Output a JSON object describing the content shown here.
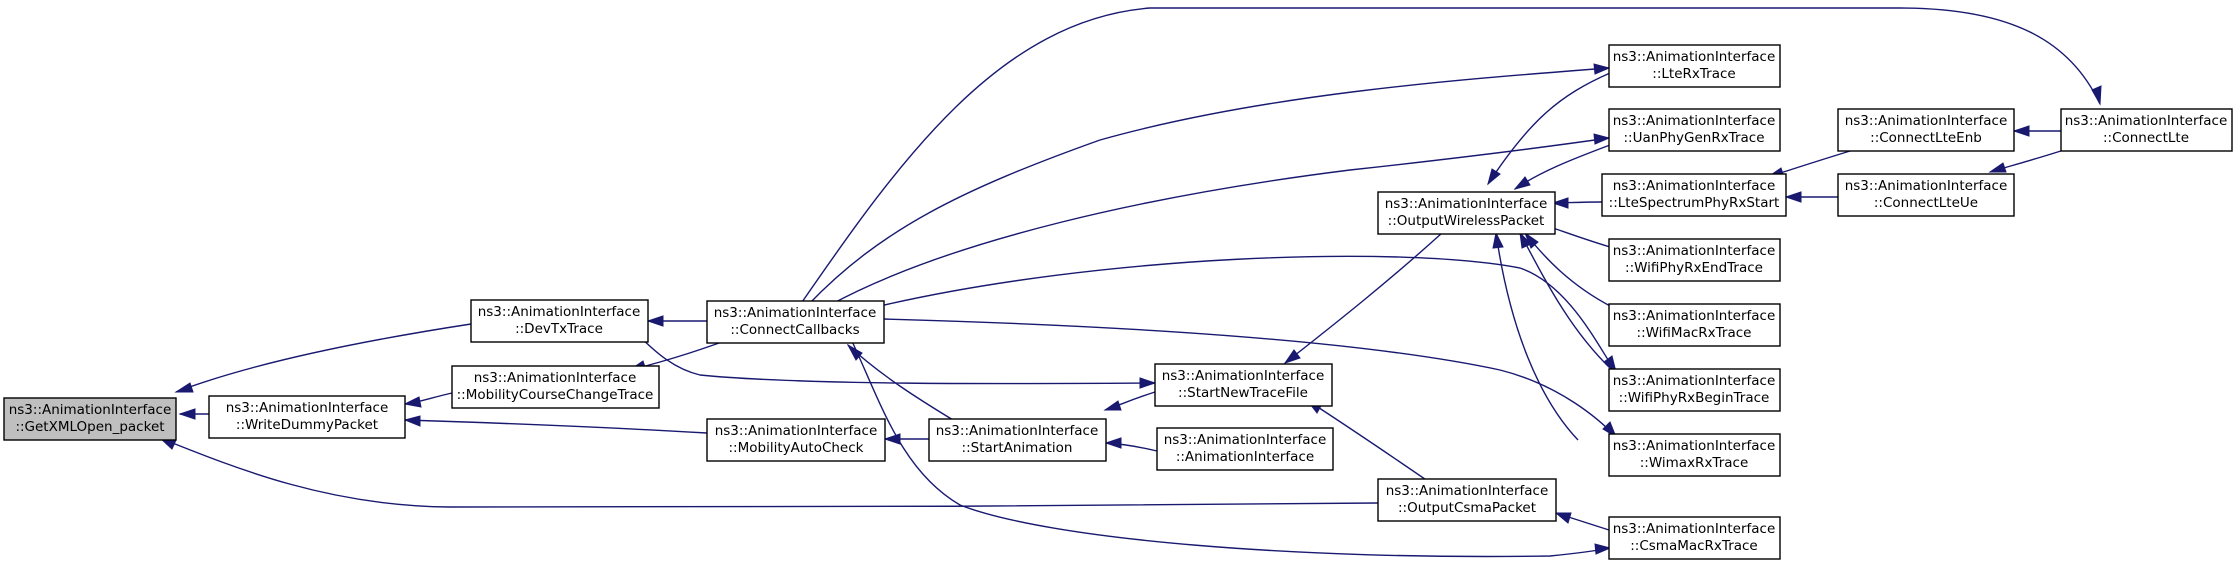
{
  "diagram": {
    "type": "call-graph",
    "colors": {
      "edge": "#191970",
      "root_fill": "#bfbfbf",
      "node_fill": "#ffffff",
      "node_border": "#000000"
    },
    "nodes": [
      {
        "id": "getxml",
        "line1": "ns3::AnimationInterface",
        "line2": "::GetXMLOpen_packet",
        "root": true
      },
      {
        "id": "devtx",
        "line1": "ns3::AnimationInterface",
        "line2": "::DevTxTrace"
      },
      {
        "id": "writedummy",
        "line1": "ns3::AnimationInterface",
        "line2": "::WriteDummyPacket"
      },
      {
        "id": "mobcourse",
        "line1": "ns3::AnimationInterface",
        "line2": "::MobilityCourseChangeTrace"
      },
      {
        "id": "connectcb",
        "line1": "ns3::AnimationInterface",
        "line2": "::ConnectCallbacks"
      },
      {
        "id": "mobauto",
        "line1": "ns3::AnimationInterface",
        "line2": "::MobilityAutoCheck"
      },
      {
        "id": "startanim",
        "line1": "ns3::AnimationInterface",
        "line2": "::StartAnimation"
      },
      {
        "id": "startnew",
        "line1": "ns3::AnimationInterface",
        "line2": "::StartNewTraceFile"
      },
      {
        "id": "animif",
        "line1": "ns3::AnimationInterface",
        "line2": "::AnimationInterface"
      },
      {
        "id": "outwireless",
        "line1": "ns3::AnimationInterface",
        "line2": "::OutputWirelessPacket"
      },
      {
        "id": "outcsma",
        "line1": "ns3::AnimationInterface",
        "line2": "::OutputCsmaPacket"
      },
      {
        "id": "lterx",
        "line1": "ns3::AnimationInterface",
        "line2": "::LteRxTrace"
      },
      {
        "id": "uanphy",
        "line1": "ns3::AnimationInterface",
        "line2": "::UanPhyGenRxTrace"
      },
      {
        "id": "ltespec",
        "line1": "ns3::AnimationInterface",
        "line2": "::LteSpectrumPhyRxStart"
      },
      {
        "id": "wifiend",
        "line1": "ns3::AnimationInterface",
        "line2": "::WifiPhyRxEndTrace"
      },
      {
        "id": "wifimac",
        "line1": "ns3::AnimationInterface",
        "line2": "::WifiMacRxTrace"
      },
      {
        "id": "wifibegin",
        "line1": "ns3::AnimationInterface",
        "line2": "::WifiPhyRxBeginTrace"
      },
      {
        "id": "wimax",
        "line1": "ns3::AnimationInterface",
        "line2": "::WimaxRxTrace"
      },
      {
        "id": "csmamac",
        "line1": "ns3::AnimationInterface",
        "line2": "::CsmaMacRxTrace"
      },
      {
        "id": "ltenb",
        "line1": "ns3::AnimationInterface",
        "line2": "::ConnectLteEnb"
      },
      {
        "id": "lteue",
        "line1": "ns3::AnimationInterface",
        "line2": "::ConnectLteUe"
      },
      {
        "id": "connectlte",
        "line1": "ns3::AnimationInterface",
        "line2": "::ConnectLte"
      }
    ],
    "edges": [
      {
        "from": "getxml",
        "to": "devtx"
      },
      {
        "from": "getxml",
        "to": "writedummy"
      },
      {
        "from": "getxml",
        "to": "outcsma"
      },
      {
        "from": "devtx",
        "to": "connectcb"
      },
      {
        "from": "devtx",
        "to": "startnew"
      },
      {
        "from": "writedummy",
        "to": "mobcourse"
      },
      {
        "from": "writedummy",
        "to": "mobauto"
      },
      {
        "from": "mobcourse",
        "to": "connectcb"
      },
      {
        "from": "mobauto",
        "to": "startanim"
      },
      {
        "from": "connectcb",
        "to": "startanim"
      },
      {
        "from": "connectcb",
        "to": "lterx"
      },
      {
        "from": "connectcb",
        "to": "uanphy"
      },
      {
        "from": "connectcb",
        "to": "connectlte"
      },
      {
        "from": "connectcb",
        "to": "wifibegin"
      },
      {
        "from": "connectcb",
        "to": "wimax"
      },
      {
        "from": "connectcb",
        "to": "csmamac"
      },
      {
        "from": "startanim",
        "to": "startnew"
      },
      {
        "from": "startanim",
        "to": "animif"
      },
      {
        "from": "startnew",
        "to": "outwireless"
      },
      {
        "from": "startnew",
        "to": "outcsma"
      },
      {
        "from": "outwireless",
        "to": "lterx"
      },
      {
        "from": "outwireless",
        "to": "uanphy"
      },
      {
        "from": "outwireless",
        "to": "ltespec"
      },
      {
        "from": "outwireless",
        "to": "wifiend"
      },
      {
        "from": "outwireless",
        "to": "wifimac"
      },
      {
        "from": "outwireless",
        "to": "wifibegin"
      },
      {
        "from": "outwireless",
        "to": "wimax"
      },
      {
        "from": "outcsma",
        "to": "csmamac"
      },
      {
        "from": "ltespec",
        "to": "ltenb"
      },
      {
        "from": "ltespec",
        "to": "lteue"
      },
      {
        "from": "ltenb",
        "to": "connectlte"
      },
      {
        "from": "lteue",
        "to": "connectlte"
      }
    ]
  }
}
